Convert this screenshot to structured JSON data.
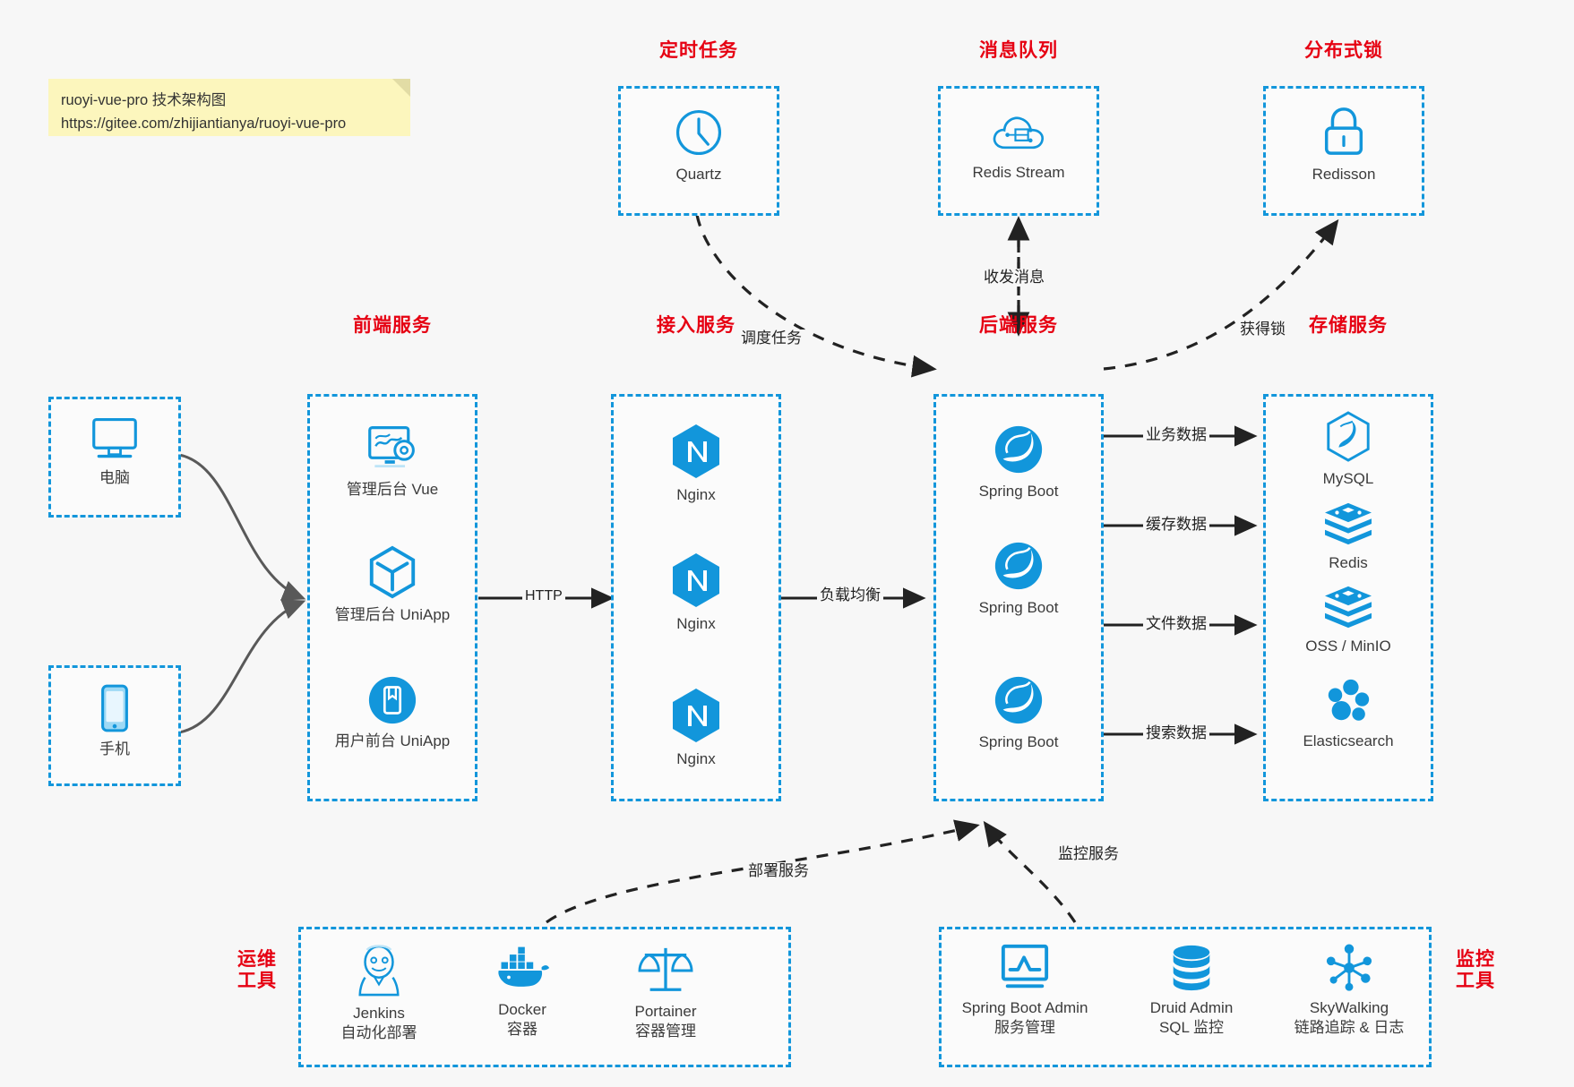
{
  "note": {
    "line1": "ruoyi-vue-pro 技术架构图",
    "line2": "https://gitee.com/zhijiantianya/ruoyi-vue-pro"
  },
  "groups": {
    "scheduled_task": "定时任务",
    "message_queue": "消息队列",
    "distributed_lock": "分布式锁",
    "frontend_service": "前端服务",
    "access_service": "接入服务",
    "backend_service": "后端服务",
    "storage_service": "存储服务",
    "ops_tools_line1": "运维",
    "ops_tools_line2": "工具",
    "monitor_tools_line1": "监控",
    "monitor_tools_line2": "工具"
  },
  "nodes": {
    "quartz": "Quartz",
    "redis_stream": "Redis Stream",
    "redisson": "Redisson",
    "computer": "电脑",
    "phone": "手机",
    "admin_vue": "管理后台 Vue",
    "admin_uniapp": "管理后台 UniApp",
    "user_uniapp": "用户前台 UniApp",
    "nginx1": "Nginx",
    "nginx2": "Nginx",
    "nginx3": "Nginx",
    "springboot1": "Spring Boot",
    "springboot2": "Spring Boot",
    "springboot3": "Spring Boot",
    "mysql": "MySQL",
    "redis": "Redis",
    "oss_minio": "OSS / MinIO",
    "elasticsearch": "Elasticsearch",
    "jenkins_name": "Jenkins",
    "jenkins_desc": "自动化部署",
    "docker_name": "Docker",
    "docker_desc": "容器",
    "portainer_name": "Portainer",
    "portainer_desc": "容器管理",
    "sba_name": "Spring Boot Admin",
    "sba_desc": "服务管理",
    "druid_name": "Druid Admin",
    "druid_desc": "SQL 监控",
    "skywalking_name": "SkyWalking",
    "skywalking_desc": "链路追踪 & 日志"
  },
  "edges": {
    "http": "HTTP",
    "load_balance": "负载均衡",
    "schedule_task": "调度任务",
    "send_receive_message": "收发消息",
    "acquire_lock": "获得锁",
    "business_data": "业务数据",
    "cache_data": "缓存数据",
    "file_data": "文件数据",
    "search_data": "搜索数据",
    "deploy_service": "部署服务",
    "monitor_service": "监控服务"
  },
  "colors": {
    "accent_blue": "#1296db",
    "title_red": "#e60012",
    "note_yellow": "#fcf6bd",
    "background": "#f7f7f7",
    "wire_gray": "#595959",
    "wire_black": "#222222"
  }
}
